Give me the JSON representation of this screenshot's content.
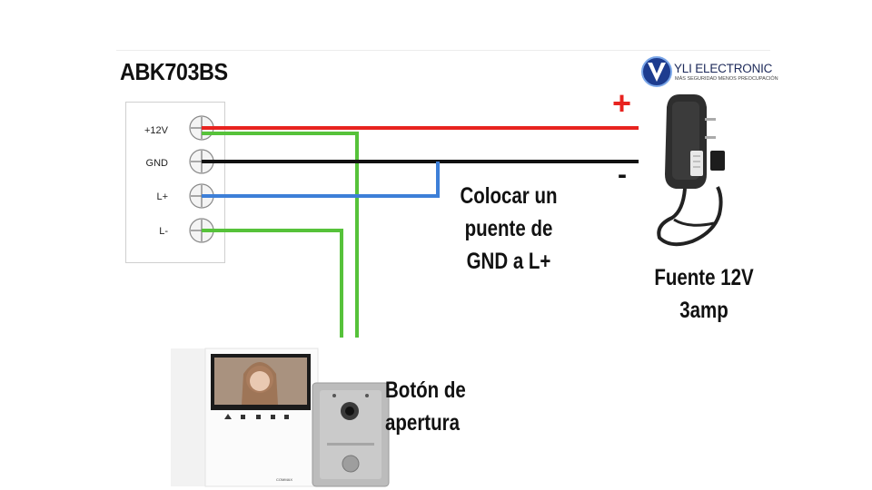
{
  "title": "ABK703BS",
  "logo": {
    "name": "YLI ELECTRONIC",
    "tagline": "MÁS SEGURIDAD MENOS PREOCUPACIÓN",
    "color": "#1d3c8f"
  },
  "terminals": [
    {
      "label": "+12V"
    },
    {
      "label": "GND"
    },
    {
      "label": "L+"
    },
    {
      "label": "L-"
    }
  ],
  "polarity": {
    "plus": "+",
    "minus": "-"
  },
  "note": {
    "line1": "Colocar un",
    "line2": "puente de",
    "line3": "GND a L+"
  },
  "power_supply": {
    "line1": "Fuente 12V",
    "line2": "3amp"
  },
  "door_button": {
    "line1": "Botón de",
    "line2": "apertura"
  },
  "monitor_brand": "COMMAX",
  "colors": {
    "plus_wire": "#e8231f",
    "gnd_wire": "#111111",
    "lplus_wire": "#3d7fd8",
    "lminus_wire": "#56c23a",
    "plus_sign": "#e8231f"
  }
}
